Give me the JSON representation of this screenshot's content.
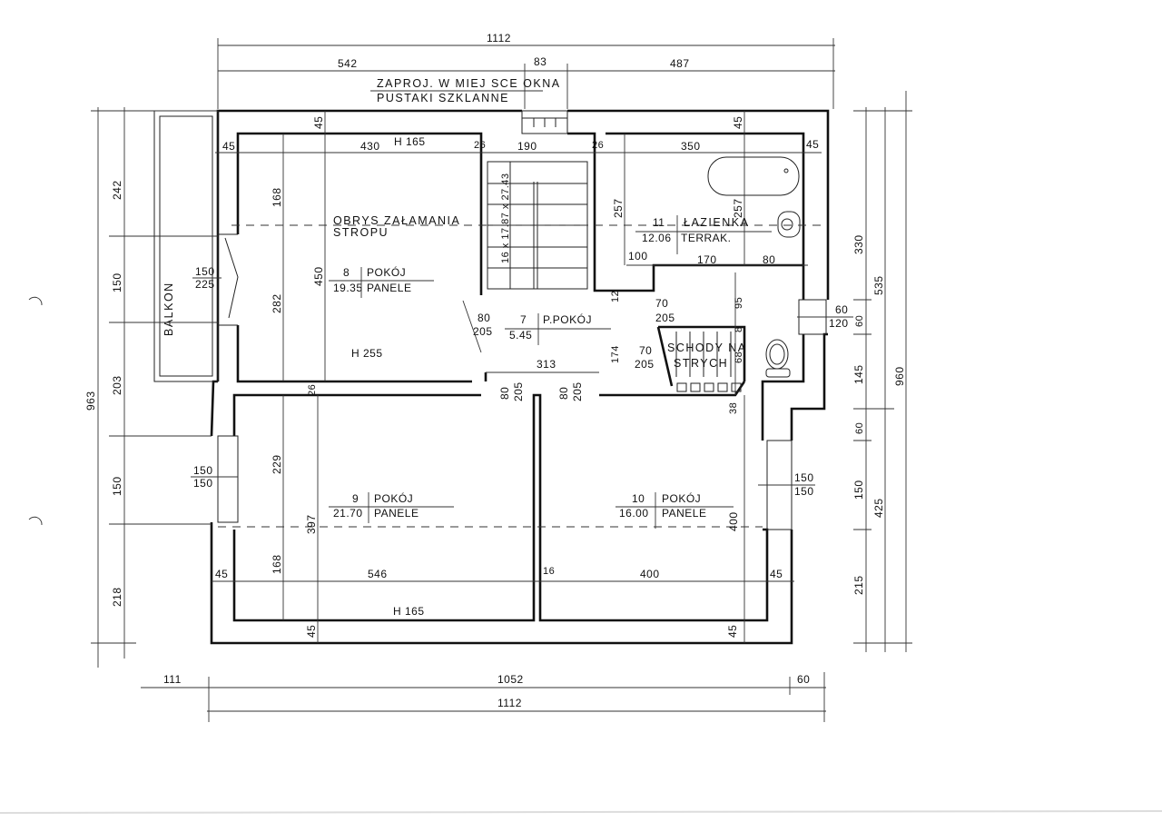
{
  "note": {
    "line1": "ZAPROJ. W MIEJ SCE OKNA",
    "line2": "PUSTAKI SZKLANNE"
  },
  "top_dims": {
    "total": "1112",
    "left": "542",
    "mid": "83",
    "right": "487"
  },
  "bottom_dims": {
    "left": "111",
    "main": "1052",
    "right": "60",
    "total": "1112"
  },
  "left_dims": {
    "total": "963",
    "s1": "242",
    "s2": "150",
    "s3": "203",
    "s4": "150",
    "s5": "218"
  },
  "right_dims": {
    "s1": "330",
    "s2": "60",
    "s3": "145",
    "s4": "60",
    "s5": "150",
    "s6": "215",
    "m1": "535",
    "m2": "425",
    "total": "960"
  },
  "rooms": {
    "r8": {
      "num": "8",
      "name": "POKÓJ",
      "area": "19.35",
      "floor": "PANELE"
    },
    "r7": {
      "num": "7",
      "name": "P.POKÓJ",
      "area": "5.45"
    },
    "r9": {
      "num": "9",
      "name": "POKÓJ",
      "area": "21.70",
      "floor": "PANELE"
    },
    "r10": {
      "num": "10",
      "name": "POKÓJ",
      "area": "16.00",
      "floor": "PANELE"
    },
    "r11": {
      "num": "11",
      "name": "ŁAZIENKA",
      "area": "12.06",
      "floor": "TERRAK."
    },
    "attic_stairs": {
      "line1": "SCHODY NA",
      "line2": "STRYCH"
    },
    "balcony": "BALKON"
  },
  "notes": {
    "obrys1": "OBRYS ZAŁAMANIA",
    "obrys2": "STROPU",
    "h_top": "H 165",
    "h_mid": "H 255",
    "h_bottom": "H 165",
    "stairs": "16 x 17.87 x 27.43"
  },
  "inner_dims": {
    "t45a": "45",
    "t430": "430",
    "t26a": "26",
    "t190": "190",
    "t26b": "26",
    "t350": "350",
    "t45b": "45",
    "t45v1": "45",
    "t45v2": "45",
    "v168a": "168",
    "v450": "450",
    "v282": "282",
    "v257a": "257",
    "v257b": "257",
    "b100": "100",
    "b170": "170",
    "b80": "80",
    "v12": "12",
    "v95": "95",
    "v8": "8",
    "v68": "68",
    "v174": "174",
    "h313": "313",
    "v38": "38",
    "v26": "26",
    "v229": "229",
    "v397": "397",
    "v168b": "168",
    "h546": "546",
    "h16": "16",
    "h400": "400",
    "v400": "400",
    "b45a": "45",
    "b45b": "45",
    "b45v1": "45",
    "b45v2": "45"
  },
  "openings": {
    "win_left_top": {
      "w": "150",
      "h": "225"
    },
    "win_left_bottom": {
      "w": "150",
      "h": "150"
    },
    "win_right_bottom": {
      "w": "150",
      "h": "150"
    },
    "win_right_small": {
      "w": "60",
      "h": "120"
    },
    "door_8": {
      "w": "80",
      "h": "205"
    },
    "door_9": {
      "w": "80",
      "h": "205"
    },
    "door_10": {
      "w": "80",
      "h": "205"
    },
    "door_11": {
      "w": "70",
      "h": "205"
    },
    "door_attic": {
      "w": "70",
      "h": "205"
    }
  }
}
